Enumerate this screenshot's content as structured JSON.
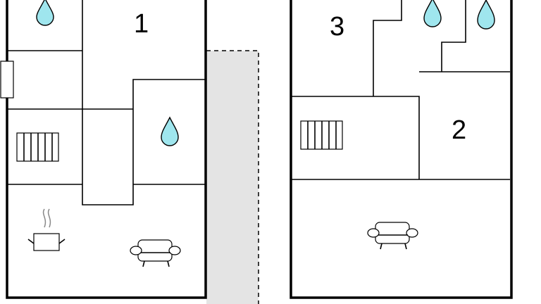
{
  "room_labels": {
    "room1": "1",
    "room2": "2",
    "room3": "3"
  },
  "colors": {
    "water": "#9fe6ee",
    "terrace": "#e4e4e4",
    "wall": "#000000"
  },
  "icons": [
    "water-drop-icon",
    "radiator-icon",
    "cooking-pot-icon",
    "sofa-icon",
    "door-icon"
  ]
}
